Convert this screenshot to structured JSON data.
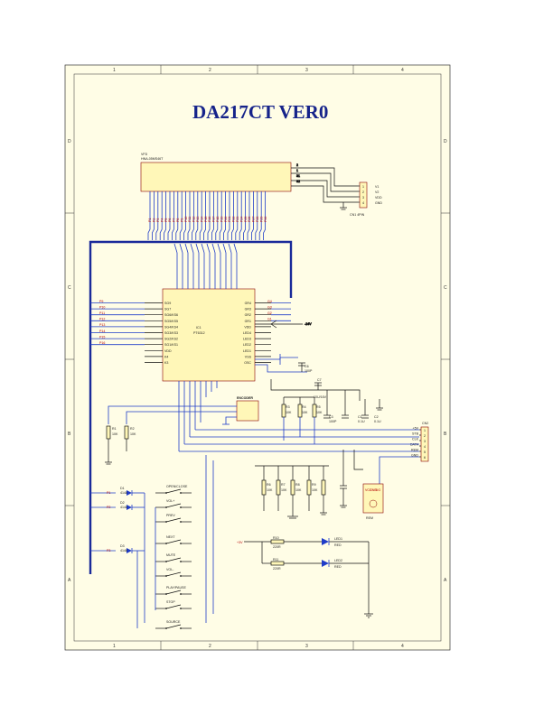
{
  "title": "DA217CT VER0",
  "border": {
    "cols": [
      "1",
      "2",
      "3",
      "4"
    ],
    "rows": [
      "D",
      "C",
      "B",
      "A"
    ]
  },
  "vfd": {
    "ref": "VFD",
    "part": "HNA-05MS46T",
    "pins_right": [
      "2",
      "1",
      "31",
      "32"
    ]
  },
  "vfd_bottom_pins": [
    "P1",
    "P2",
    "P3",
    "P4",
    "P5",
    "P6",
    "P7",
    "P8",
    "P9",
    "P10",
    "P11",
    "P12",
    "P13",
    "P14",
    "P15",
    "P16",
    "P17",
    "P18",
    "P19",
    "P20",
    "P21",
    "P22",
    "P23",
    "P24",
    "P25",
    "P26",
    "P27",
    "P28",
    "P29",
    "P30"
  ],
  "cn1": {
    "ref": "CN1 4PIN",
    "pins": [
      "V1",
      "V2",
      "VDD",
      "GND"
    ]
  },
  "ic1": {
    "ref": "IC1",
    "part": "PT6312",
    "left_pins": [
      "SG9",
      "SG7",
      "SG6/KS6",
      "SG5/KS5",
      "SG4/KS4",
      "SG3/KS3",
      "SG2/KS2",
      "SG1/KS1",
      "VDD",
      "K4",
      "K3"
    ],
    "right_pins": [
      "GR4",
      "GR3",
      "GR2",
      "GR1",
      "VDD",
      "LED4",
      "LED3",
      "LED2",
      "LED1",
      "VSS",
      "OSC"
    ],
    "left_nets": [
      "P9",
      "P10",
      "P11",
      "P12",
      "P13",
      "P14",
      "P15",
      "P16"
    ],
    "right_nets": [
      "G4",
      "G3",
      "G2",
      "G1"
    ],
    "vcc": "-24V"
  },
  "encoder": {
    "label": "ENCODER"
  },
  "caps": [
    "C6",
    "C7",
    "C3",
    "C1",
    "C2"
  ],
  "cap_values": [
    "100P",
    "10U/16V",
    "100P",
    "0.1U",
    "0.1U"
  ],
  "cn2": {
    "ref": "CN2",
    "pins": [
      "+5V",
      "STB",
      "CLK",
      "DATA",
      "REM",
      "GND"
    ]
  },
  "resistors": [
    "R1",
    "R2",
    "R3",
    "R4",
    "R5",
    "R6",
    "R7",
    "R8",
    "R9",
    "R10",
    "R11"
  ],
  "resistor_values": [
    "10K",
    "10K",
    "10K",
    "10K",
    "10K",
    "10K",
    "10K",
    "10K",
    "10K",
    "220R",
    "220R"
  ],
  "diodes": [
    "D1",
    "D2",
    "D3"
  ],
  "diode_part": "4148",
  "keys": [
    "OPEN/CLOSE",
    "VOL+",
    "PREV",
    "NEXT",
    "MUTE",
    "VOL-",
    "PLAY/PAUSE",
    "STOP",
    "SOURCE"
  ],
  "keynet": [
    "P1",
    "P2",
    "P3"
  ],
  "remote": {
    "ref": "REM",
    "pins": [
      "VCC",
      "GND",
      "SIG"
    ]
  },
  "leds": [
    "LED1",
    "LED2"
  ],
  "led_color": "RED",
  "supply": [
    "+5V",
    "-24V",
    "+3V",
    "+5V"
  ],
  "colors": {
    "sheet_fill": "#fffde6",
    "wire": "#1f3cc8",
    "bus": "#1a2a9a",
    "part_outline": "#8b0000",
    "part_fill": "#fff7b8"
  }
}
